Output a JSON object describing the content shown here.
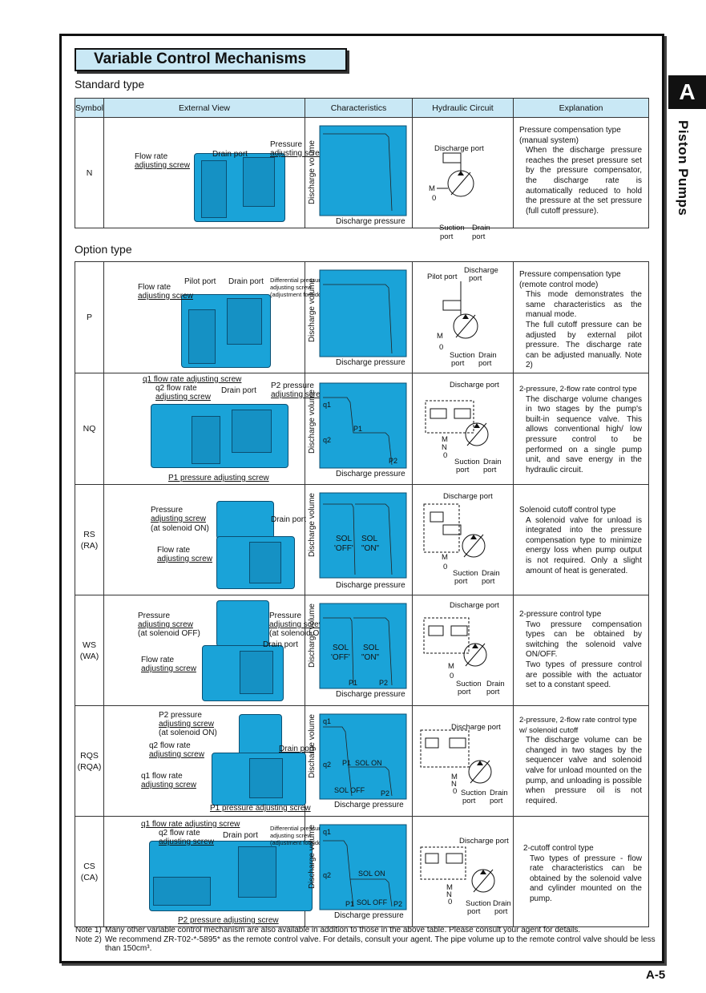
{
  "title": "Variable Control Mechanisms",
  "side_tab": "A",
  "side_text": "Piston Pumps",
  "page_number": "A-5",
  "standard_label": "Standard type",
  "option_label": "Option type",
  "headers": [
    "Symbol",
    "External View",
    "Characteristics",
    "Hydraulic Circuit",
    "Explanation"
  ],
  "axis": {
    "y": "Discharge volume",
    "x": "Discharge pressure"
  },
  "colors": {
    "pump": "#1aa3d8",
    "header": "#c9e8f5",
    "chart": "#1aa3d8"
  },
  "rows": {
    "N": {
      "symbol": "N",
      "view_labels": [
        "Flow rate",
        "adjusting screw",
        "Drain port",
        "Pressure",
        "adjusting screw"
      ],
      "circuit_labels": [
        "Discharge port",
        "Suction",
        "port",
        "Drain",
        "port",
        "M",
        "0"
      ],
      "explain_title": [
        "Pressure compensation type",
        "(manual system)"
      ],
      "explain_body": "When the discharge pressure reaches the preset pressure set by the pressure compensator, the discharge rate is automatically reduced to hold the pressure at the set pressure (full cutoff pressure)."
    },
    "P": {
      "symbol": "P",
      "view_labels": [
        "Flow rate",
        "adjusting screw",
        "Pilot port",
        "Drain port",
        "Differential pressure",
        "adjusting screw",
        "(adjustment forbidden)"
      ],
      "circuit_labels": [
        "Pilot port",
        "Discharge",
        "port",
        "Suction",
        "port",
        "Drain",
        "port",
        "M",
        "0"
      ],
      "explain_title": [
        "Pressure compensation type",
        "(remote control mode)"
      ],
      "explain_body": "This mode demonstrates the same characteristics as the manual mode.",
      "explain_body2": "The full cutoff pressure can be adjusted by external pilot pressure. The discharge rate can be adjusted manually. Note 2)"
    },
    "NQ": {
      "symbol": "NQ",
      "view_labels": [
        "q1 flow rate adjusting screw",
        "q2 flow rate",
        "adjusting screw",
        "Drain port",
        "P2 pressure",
        "adjusting screw",
        "P1 pressure adjusting screw"
      ],
      "chart_labels": [
        "q1",
        "q2",
        "P1",
        "P2"
      ],
      "circuit_labels": [
        "Discharge port",
        "Suction",
        "port",
        "Drain",
        "port",
        "M",
        "N",
        "0"
      ],
      "explain_title": [
        "2-pressure, 2-flow rate control type"
      ],
      "explain_body": "The discharge volume changes in two stages by the pump's built-in sequence valve. This allows conventional high/ low pressure control to be performed on a single pump unit, and save energy in the hydraulic circuit."
    },
    "RS": {
      "symbol": "RS",
      "symbol2": "(RA)",
      "view_labels": [
        "Pressure",
        "adjusting screw",
        "(at solenoid ON)",
        "Drain port",
        "Flow rate",
        "adjusting screw"
      ],
      "chart_labels": [
        "SOL",
        "SOL",
        "'OFF'",
        "\"ON\""
      ],
      "circuit_labels": [
        "Discharge port",
        "Suction",
        "port",
        "Drain",
        "port",
        "M",
        "0"
      ],
      "explain_title": [
        "Solenoid cutoff control type"
      ],
      "explain_body": "A solenoid valve for unload is integrated into the pressure compensation type to minimize energy loss when pump output is not required. Only a slight amount of heat is generated."
    },
    "WS": {
      "symbol": "WS",
      "symbol2": "(WA)",
      "view_labels": [
        "Pressure",
        "adjusting screw",
        "(at solenoid OFF)",
        "Pressure",
        "adjusting screw",
        "(at solenoid ON)",
        "Drain port",
        "Flow rate",
        "adjusting screw"
      ],
      "chart_labels": [
        "SOL",
        "SOL",
        "'OFF'",
        "\"ON\"",
        "P1",
        "P2"
      ],
      "circuit_labels": [
        "Discharge port",
        "Suction",
        "port",
        "Drain",
        "port",
        "M",
        "0"
      ],
      "explain_title": [
        "2-pressure control type"
      ],
      "explain_body": "Two pressure compensation types can be obtained by switching the solenoid valve ON/OFF.",
      "explain_body2": "Two types of pressure control are possible with the actuator set to a constant speed."
    },
    "RQS": {
      "symbol": "RQS",
      "symbol2": "(RQA)",
      "view_labels": [
        "P2 pressure",
        "adjusting screw",
        "(at solenoid ON)",
        "q2 flow rate",
        "adjusting screw",
        "Drain port",
        "q1 flow rate",
        "adjusting screw",
        "P1 pressure adjusting screw"
      ],
      "chart_labels": [
        "q1",
        "q2",
        "P1",
        "SOL ON",
        "SOL OFF",
        "P2"
      ],
      "circuit_labels": [
        "Discharge port",
        "Suction",
        "port",
        "Drain",
        "port",
        "M",
        "N",
        "0"
      ],
      "explain_title": [
        "2-pressure, 2-flow rate control type",
        "w/ solenoid cutoff"
      ],
      "explain_body": "The discharge volume can be changed in two stages by the sequencer valve and solenoid valve for unload mounted on the pump, and unloading is possible when pressure oil is not required."
    },
    "CS": {
      "symbol": "CS",
      "symbol2": "(CA)",
      "view_labels": [
        "q1 flow rate adjusting screw",
        "q2 flow rate",
        "adjusting screw",
        "Drain port",
        "Differential pressure",
        "adjusting screw",
        "(adjustment forbidden)",
        "P2 pressure adjusting screw"
      ],
      "chart_labels": [
        "q1",
        "q2",
        "SOL ON",
        "P1",
        "SOL OFF",
        "P2"
      ],
      "circuit_labels": [
        "Discharge port",
        "Suction",
        "port",
        "Drain",
        "port",
        "M",
        "N",
        "0"
      ],
      "explain_title": [
        "2-cutoff control type"
      ],
      "explain_body": "Two types of pressure - flow rate characteristics can be obtained by the solenoid valve and cylinder mounted on the pump."
    }
  },
  "notes": [
    {
      "label": "Note 1)",
      "text": "Many other variable control mechanism are also available in addition to those in the above table. Please consult your agent for details."
    },
    {
      "label": "Note 2)",
      "text": "We recommend ZR-T02-*-5895* as the remote control valve. For details, consult your agent. The pipe volume up to the remote control valve should be less than 150cm³."
    }
  ]
}
